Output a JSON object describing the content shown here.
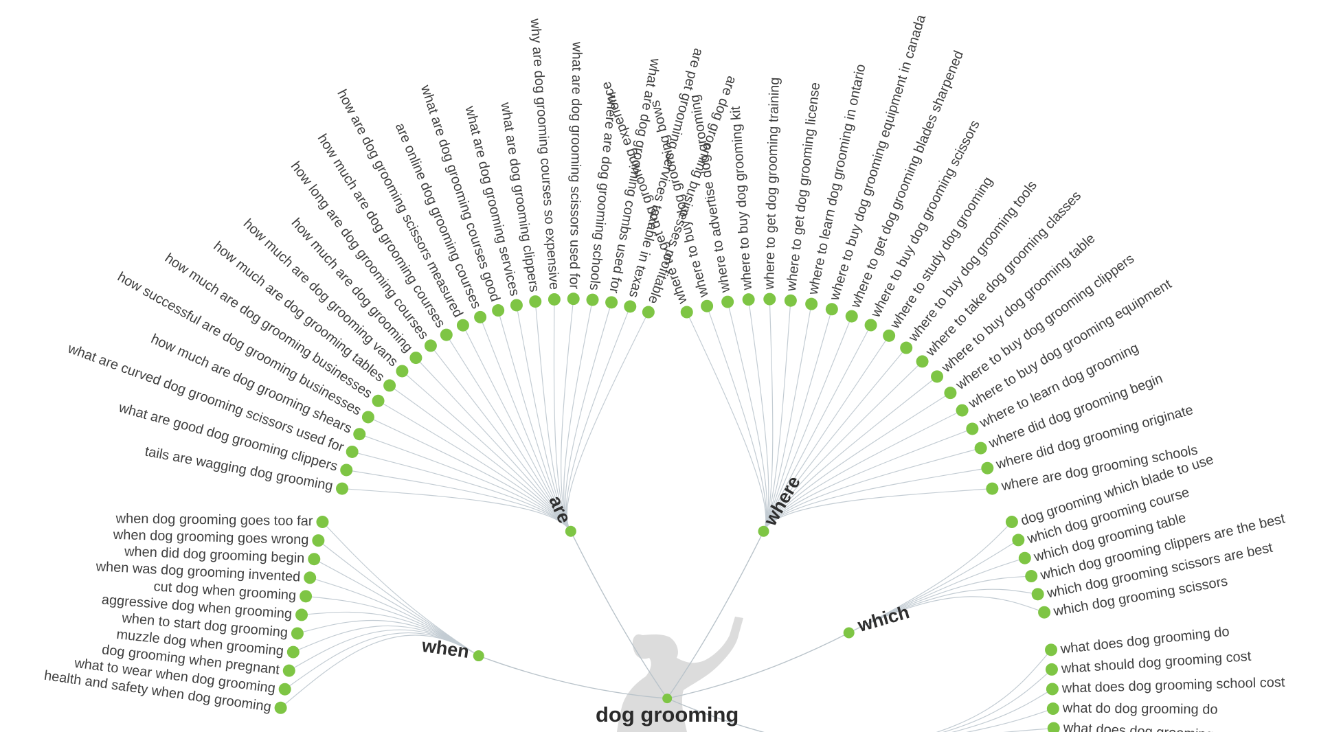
{
  "root": {
    "label": "dog grooming"
  },
  "branches": [
    {
      "id": "are",
      "label": "are",
      "leaves": [
        "are dog grooming businesses profitable",
        "are pet grooming services taxable in texas",
        "what are dog grooming combs used for",
        "where are dog grooming schools",
        "what are dog grooming scissors used for",
        "why are dog grooming courses so expensive",
        "what are dog grooming clippers",
        "what are dog grooming services",
        "what are dog grooming courses good",
        "are online dog grooming courses",
        "how are dog grooming scissors measured",
        "how much are dog grooming courses",
        "how long are dog grooming courses",
        "how much are dog grooming",
        "how much are dog grooming vans",
        "how much are dog grooming tables",
        "how much are dog grooming businesses",
        "how successful are dog grooming businesses",
        "how much are dog grooming shears",
        "what are curved dog grooming scissors used for",
        "what are good dog grooming clippers",
        "tails are wagging dog grooming"
      ]
    },
    {
      "id": "where",
      "label": "where",
      "leaves": [
        "where to get dog grooming experience",
        "where to buy dog grooming bows",
        "where to advertise dog grooming",
        "where to buy dog grooming kit",
        "where to get dog grooming training",
        "where to get dog grooming license",
        "where to learn dog grooming in ontario",
        "where to buy dog grooming equipment in canada",
        "where to get dog grooming blades sharpened",
        "where to buy dog grooming scissors",
        "where to study dog grooming",
        "where to buy dog grooming tools",
        "where to take dog grooming classes",
        "where to buy dog grooming table",
        "where to buy dog grooming clippers",
        "where to buy dog grooming equipment",
        "where to learn dog grooming",
        "where did dog grooming begin",
        "where did dog grooming originate",
        "where are dog grooming schools"
      ]
    },
    {
      "id": "when",
      "label": "when",
      "leaves": [
        "when dog grooming goes too far",
        "when dog grooming goes wrong",
        "when did dog grooming begin",
        "when was dog grooming invented",
        "cut dog when grooming",
        "aggressive dog when grooming",
        "when to start dog grooming",
        "muzzle dog when grooming",
        "dog grooming when pregnant",
        "what to wear when dog grooming",
        "health and safety when dog grooming"
      ]
    },
    {
      "id": "which",
      "label": "which",
      "leaves": [
        "dog grooming which blade to use",
        "which dog grooming course",
        "which dog grooming table",
        "which dog grooming clippers are the best",
        "which dog grooming scissors are best",
        "which dog grooming scissors"
      ]
    },
    {
      "id": "what",
      "label": "",
      "leaves": [
        "what does dog grooming do",
        "what should dog grooming cost",
        "what does dog grooming school cost",
        "what do dog grooming do",
        "what does dog grooming pay"
      ]
    }
  ],
  "colors": {
    "node": "#7ec544",
    "link": "#c3ccd3",
    "text": "#3f3f3f",
    "silhouette": "#dcdcdc"
  }
}
